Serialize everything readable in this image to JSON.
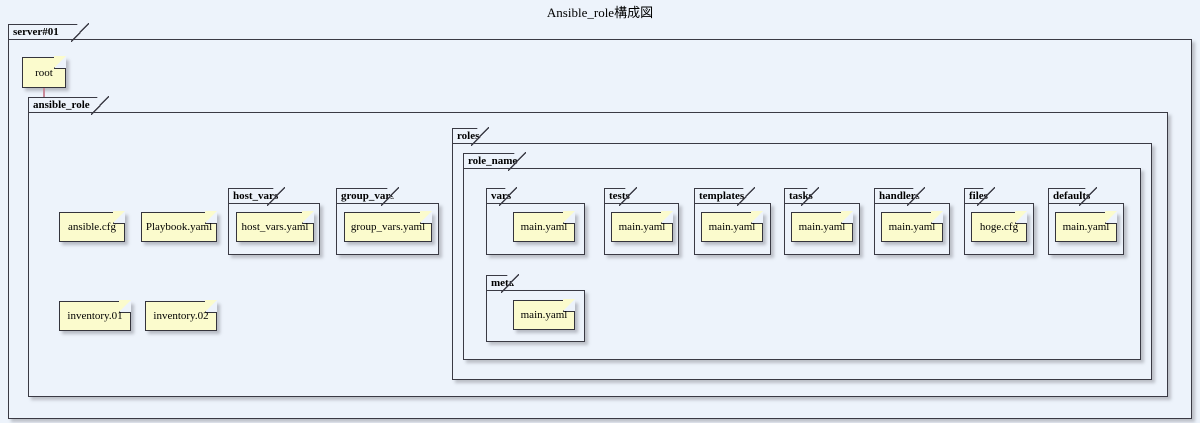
{
  "title": "Ansible_role構成図",
  "colors": {
    "background": "#EDF3FB",
    "note_fill": "#FBFBCD",
    "note_border": "#34343C",
    "package_border": "#3A3A44",
    "connector": "#C88A9A"
  },
  "packages": {
    "server": {
      "label": "server#01"
    },
    "ansible_role": {
      "label": "ansible_role"
    },
    "host_vars": {
      "label": "host_vars"
    },
    "group_vars": {
      "label": "group_vars"
    },
    "roles": {
      "label": "roles"
    },
    "role_name": {
      "label": "role_name"
    },
    "vars": {
      "label": "vars"
    },
    "tests": {
      "label": "tests"
    },
    "templates": {
      "label": "templates"
    },
    "tasks": {
      "label": "tasks"
    },
    "handlers": {
      "label": "handlers"
    },
    "files": {
      "label": "files"
    },
    "defaults": {
      "label": "defaults"
    },
    "meta": {
      "label": "meta"
    }
  },
  "notes": {
    "root": "root",
    "ansible_cfg": "ansible.cfg",
    "playbook": "Playbook.yaml",
    "host_vars_yaml": "host_vars.yaml",
    "group_vars_yaml": "group_vars.yaml",
    "inventory_01": "inventory.01",
    "inventory_02": "inventory.02",
    "vars_main": "main.yaml",
    "tests_main": "main.yaml",
    "templates_main": "main.yaml",
    "tasks_main": "main.yaml",
    "handlers_main": "main.yaml",
    "files_hoge": "hoge.cfg",
    "defaults_main": "main.yaml",
    "meta_main": "main.yaml"
  }
}
